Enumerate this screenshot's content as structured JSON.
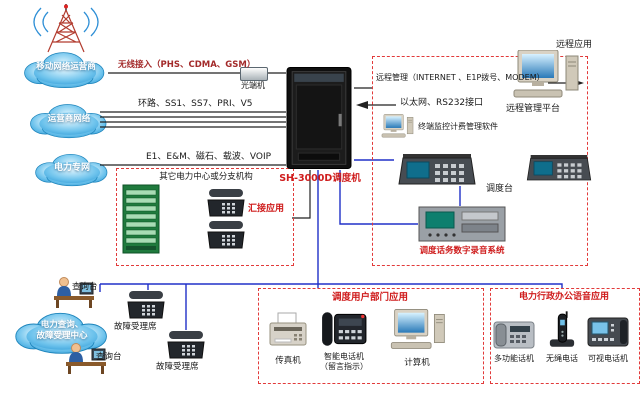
{
  "colors": {
    "line_black": "#222222",
    "line_blue": "#2030c8",
    "dashed_red": "#e23a3a",
    "label_red": "#cf1d1d",
    "cloud_blue": "#35a7e0"
  },
  "diagram": {
    "clouds": {
      "mobile_operator": "移动网络运营商",
      "carrier_network": "运营商网络",
      "power_private_network": "电力专网",
      "inquiry_center": [
        "电力查询、",
        "故障受理中心"
      ]
    },
    "switch": {
      "label": "SH-3000D调度机"
    },
    "links": {
      "wireless": "无线接入（PHS、CDMA、GSM）",
      "wireless_device": "光端机",
      "trunk": "环路、SS1、SS7、PRI、V5",
      "power": "E1、E&M、磁石、载波、VOIP",
      "tandem": "汇接应用"
    },
    "branch_box": {
      "title": "其它电力中心或分支机构"
    },
    "remote": {
      "management_line": "远程管理（INTERNET 、E1P拨号、MODEM）",
      "interface_line": "以太网、RS232接口",
      "software": "终端监控计费管理软件",
      "console_label": "调度台",
      "recording_label": "调度话务数字录音系统",
      "remote_app": "远程应用",
      "remote_platform": "远程管理平台"
    },
    "inquiry": {
      "desk1": "查询台",
      "desk2": "查询台",
      "fault_seat1": "故障受理席",
      "fault_seat2": "故障受理席"
    },
    "dept_box": {
      "title": "调度用户部门应用",
      "fax": "传真机",
      "smart_phone": [
        "智能电话机",
        "（留言指示）"
      ],
      "computer": "计算机"
    },
    "admin_box": {
      "title": "电力行政办公语音应用",
      "multi_phone": "多功能话机",
      "cordless": "无绳电话",
      "video_phone": "可视电话机"
    }
  }
}
